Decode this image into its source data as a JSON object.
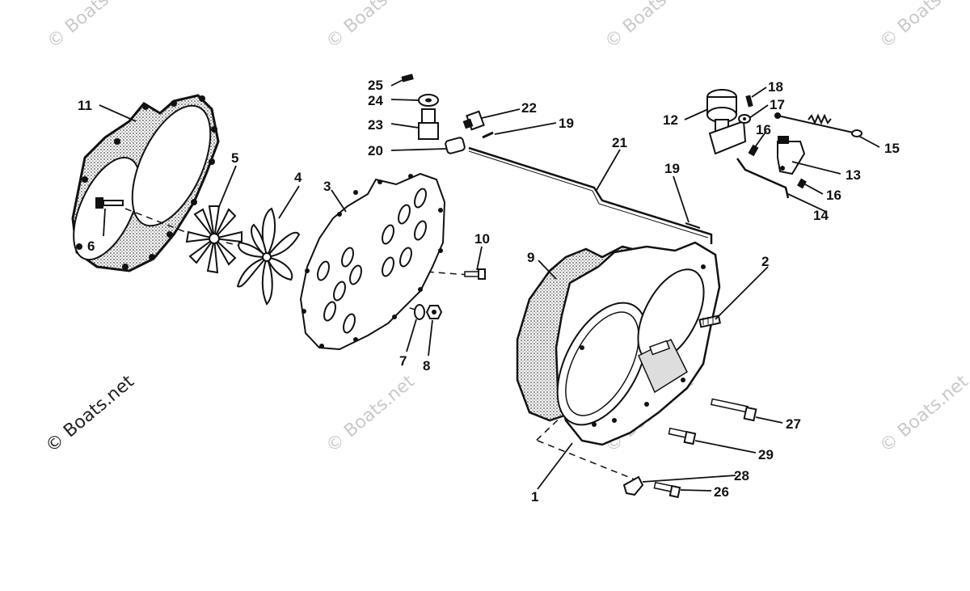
{
  "watermark": {
    "text": "© Boats.net"
  },
  "callouts": {
    "c1": "1",
    "c2": "2",
    "c3": "3",
    "c4": "4",
    "c5": "5",
    "c6": "6",
    "c7": "7",
    "c8": "8",
    "c9": "9",
    "c10": "10",
    "c11": "11",
    "c12": "12",
    "c13": "13",
    "c14": "14",
    "c15": "15",
    "c16a": "16",
    "c16b": "16",
    "c17": "17",
    "c18": "18",
    "c19a": "19",
    "c19b": "19",
    "c20": "20",
    "c21": "21",
    "c22": "22",
    "c23": "23",
    "c24": "24",
    "c25": "25",
    "c26": "26",
    "c27": "27",
    "c28": "28",
    "c29": "29"
  }
}
